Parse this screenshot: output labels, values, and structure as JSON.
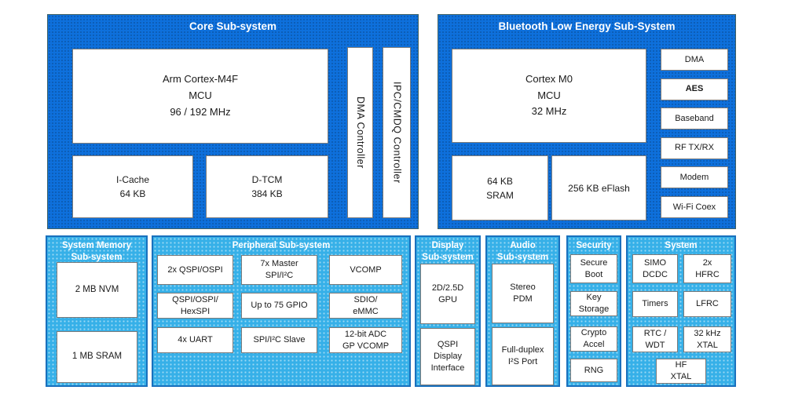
{
  "colors": {
    "top_panel_blue": "#0e70dc",
    "bottom_panel_blue": "#36b0e8",
    "bottom_panel_border": "#1a70bd",
    "white_box_border": "#7a7a7a",
    "header_text": "#ffffff",
    "box_text": "#1a1a1a"
  },
  "core": {
    "title": "Core Sub-system",
    "cpu": "Arm Cortex-M4F\nMCU\n96 / 192 MHz",
    "icache": "I-Cache\n64 KB",
    "dtcm": "D-TCM\n384 KB",
    "dma_controller": "DMA Controller",
    "ipc_controller": "IPC/CMDQ Controller"
  },
  "ble": {
    "title": "Bluetooth Low Energy Sub-System",
    "cpu": "Cortex M0\nMCU\n32 MHz",
    "sram": "64 KB\nSRAM",
    "eflash": "256 KB eFlash",
    "stack": [
      "DMA",
      "AES",
      "Baseband",
      "RF TX/RX",
      "Modem",
      "Wi-Fi Coex"
    ]
  },
  "memory": {
    "title": "System Memory\nSub-system",
    "nvm": "2 MB NVM",
    "sram": "1 MB SRAM"
  },
  "peripheral": {
    "title": "Peripheral Sub-system",
    "grid": [
      "2x QSPI/OSPI",
      "7x Master\nSPI/I²C",
      "VCOMP",
      "QSPI/OSPI/\nHexSPI",
      "Up to 75 GPIO",
      "SDIO/\neMMC",
      "4x UART",
      "SPI/I²C Slave",
      "12-bit ADC\nGP VCOMP"
    ]
  },
  "display": {
    "title": "Display\nSub-system",
    "gpu": "2D/2.5D\nGPU",
    "qspi_display": "QSPI\nDisplay\nInterface"
  },
  "audio": {
    "title": "Audio\nSub-system",
    "pdm": "Stereo\nPDM",
    "i2s": "Full-duplex\nI²S Port"
  },
  "security": {
    "title": "Security",
    "items": [
      "Secure\nBoot",
      "Key\nStorage",
      "Crypto\nAccel",
      "RNG"
    ]
  },
  "system": {
    "title": "System",
    "grid": [
      "SIMO\nDCDC",
      "2x\nHFRC",
      "Timers",
      "LFRC",
      "RTC /\nWDT",
      "32 kHz\nXTAL"
    ],
    "hf_xtal": "HF\nXTAL"
  }
}
